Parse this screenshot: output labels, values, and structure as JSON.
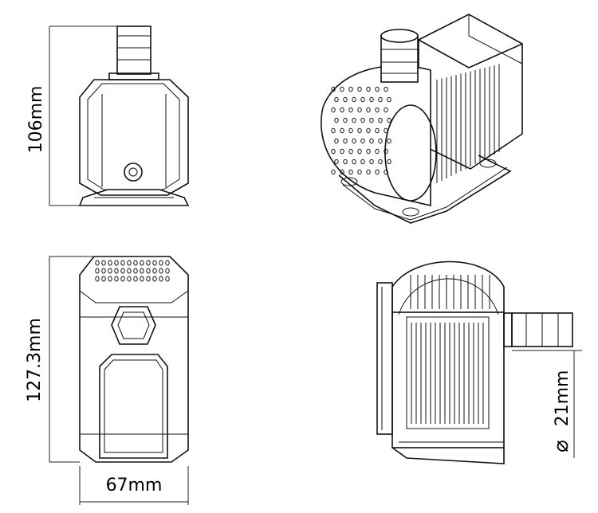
{
  "dimensions": {
    "height": "106mm",
    "length": "127.3mm",
    "width": "67mm",
    "outlet_diameter_symbol": "⌀",
    "outlet_diameter": "21mm"
  }
}
